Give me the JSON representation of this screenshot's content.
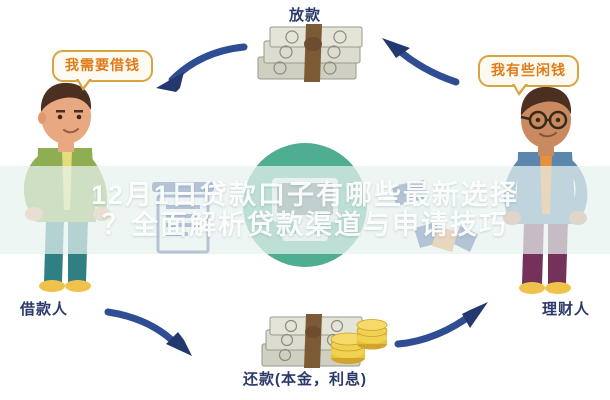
{
  "diagram": {
    "title_top": "放款",
    "title_bottom": "还款(本金，利息)",
    "actor_left": "借款人",
    "actor_right": "理财人",
    "bubble_left": "我需要借钱",
    "bubble_right": "我有些闲钱",
    "center_icon": "computer-monitor-platform-icon",
    "colors": {
      "arrow": "#2f4d93",
      "arrow_dark": "#22386e",
      "label_text": "#2b3a6b",
      "bubble_border": "#d8a441",
      "bubble_text": "#e07b18",
      "bubble_fill": "#fdfaf2",
      "center_circle": "#4fae91",
      "banner_overlay": "#e8f2f0",
      "background": "#ffffff"
    }
  },
  "characters": {
    "left": {
      "name": "borrower-character",
      "hair": "#4b2f21",
      "skin": "#e8a882",
      "shirt": "#8fae51",
      "tie": "#e3dd7a",
      "pants": "#2f7f83",
      "shoes": "#f0c14b"
    },
    "right": {
      "name": "lender-character",
      "hair": "#4b2f21",
      "skin": "#c98a60",
      "shirt": "#5b87ae",
      "tie": "#e8913a",
      "pants": "#74315a",
      "shoes": "#f0c14b",
      "glasses": "#3a2a1c"
    }
  },
  "money": {
    "top_stack": "banknote-stack-icon",
    "bottom_stack": "banknote-stack-with-coins-icon",
    "note_color": "#d9d9cf",
    "band_color": "#7c5a36",
    "coin_color": "#e8c23c"
  },
  "arrows": [
    {
      "name": "arrow-disburse-to-borrower",
      "direction": "left"
    },
    {
      "name": "arrow-lender-to-platform",
      "direction": "left"
    },
    {
      "name": "arrow-borrower-repay",
      "direction": "right"
    },
    {
      "name": "arrow-repay-to-lender",
      "direction": "right-up"
    }
  ],
  "watermark": {
    "line1": "12月1日贷款口子有哪些最新选择",
    "line2": "？全面解析贷款渠道与申请技巧"
  }
}
